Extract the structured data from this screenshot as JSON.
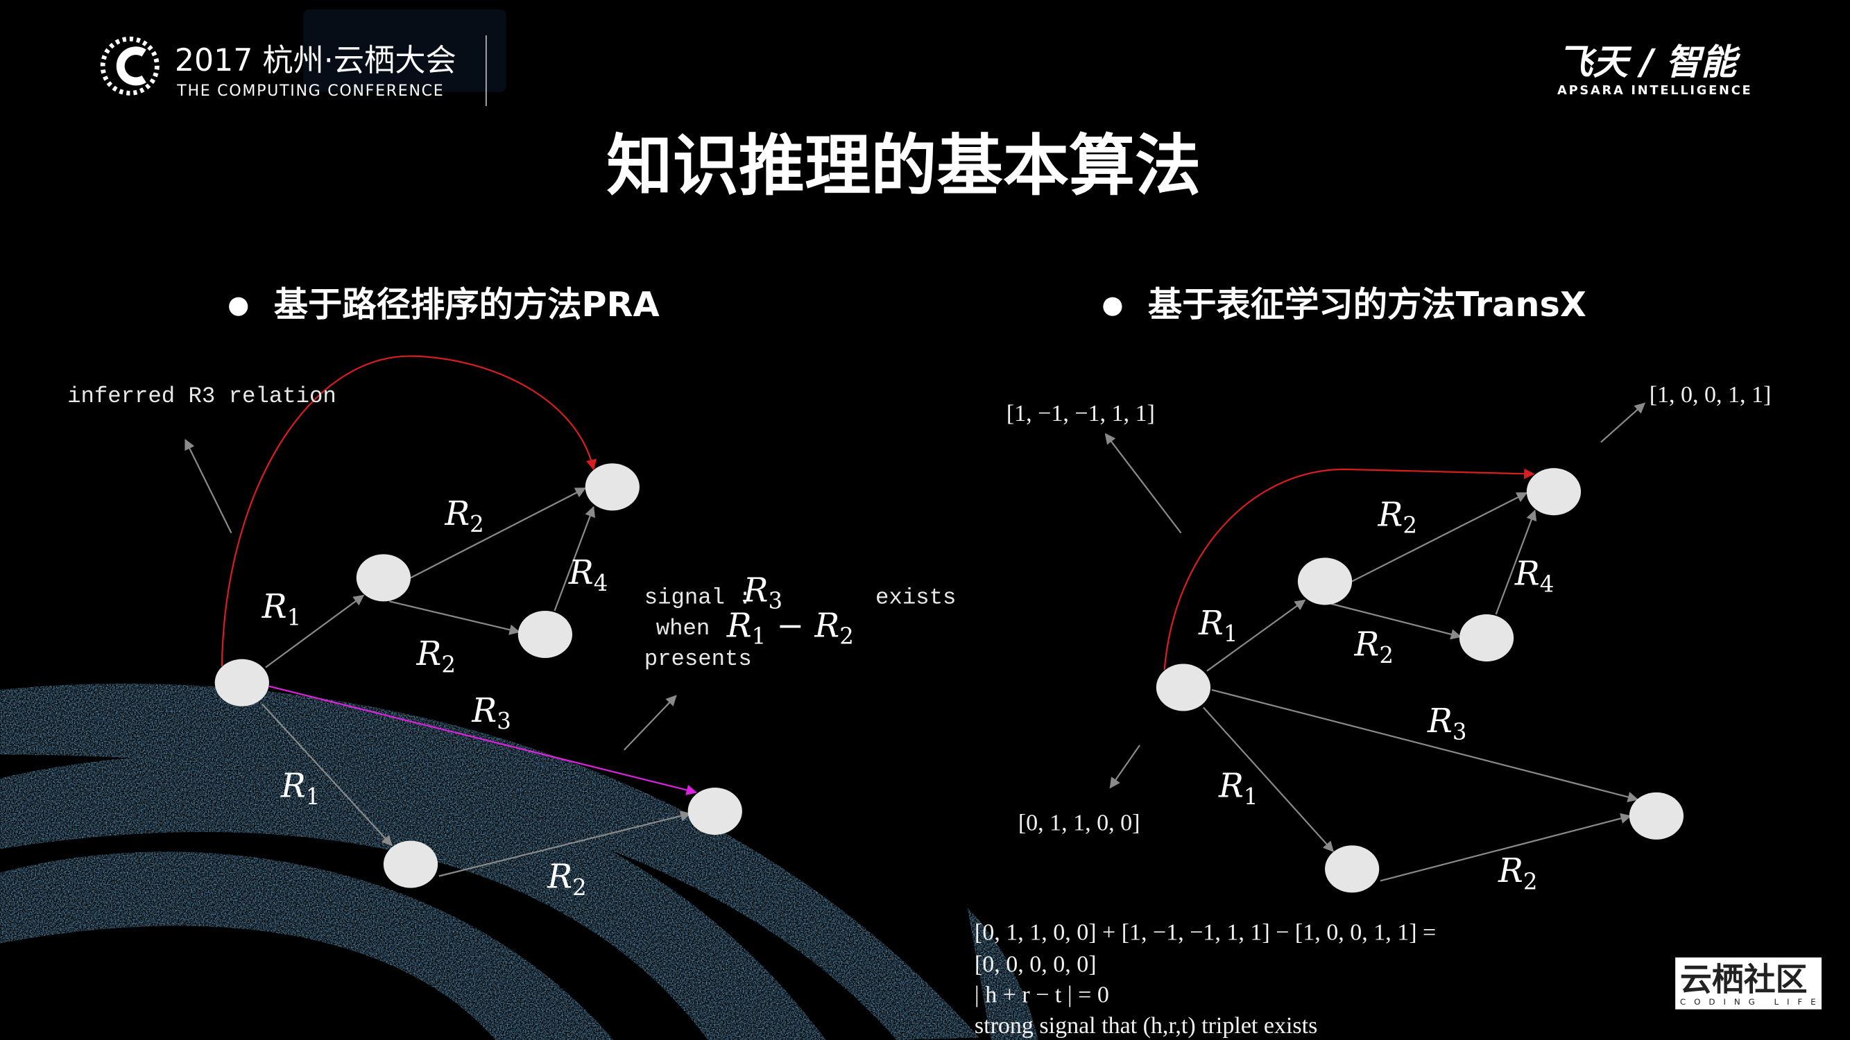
{
  "header": {
    "conference_title": "2017 杭州·云栖大会",
    "conference_subtitle": "THE COMPUTING CONFERENCE",
    "brand_right": "飞天 / 智能",
    "brand_right_sub": "APSARA INTELLIGENCE"
  },
  "slide": {
    "title": "知识推理的基本算法",
    "left": {
      "bullet": "基于路径排序的方法PRA",
      "annotation": "inferred R3 relation",
      "signal_line1_a": "signal :",
      "signal_line1_b": "exists",
      "signal_line2": "when",
      "signal_line3": "presents",
      "labels": {
        "r1a": "R",
        "r2a": "R",
        "r4": "R",
        "r2b": "R",
        "r3": "R",
        "r1b": "R",
        "r2c": "R",
        "sig_r3": "R",
        "sig_r1": "R",
        "sig_r2": "R"
      }
    },
    "right": {
      "bullet": "基于表征学习的方法TransX",
      "vec_r": "[1, −1, −1, 1, 1]",
      "vec_t": "[1, 0, 0, 1, 1]",
      "vec_h": "[0, 1, 1, 0, 0]",
      "eq_line1": "[0, 1, 1, 0, 0] + [1, −1, −1, 1, 1] − [1, 0, 0, 1, 1] =",
      "eq_line2": "[0, 0, 0, 0, 0]",
      "eq_line3": "| h + r − t | = 0",
      "eq_line4": "strong signal that (h,r,t) triplet exists"
    }
  },
  "footer_logo": {
    "main": "云栖社区",
    "sub": "CODING LIFE"
  },
  "colors": {
    "background": "#000000",
    "inferred_edge": "#d81e1e",
    "path_edge": "#e020e0",
    "node": "#e6e6e6",
    "logo_blue": "#2f6fe0"
  }
}
